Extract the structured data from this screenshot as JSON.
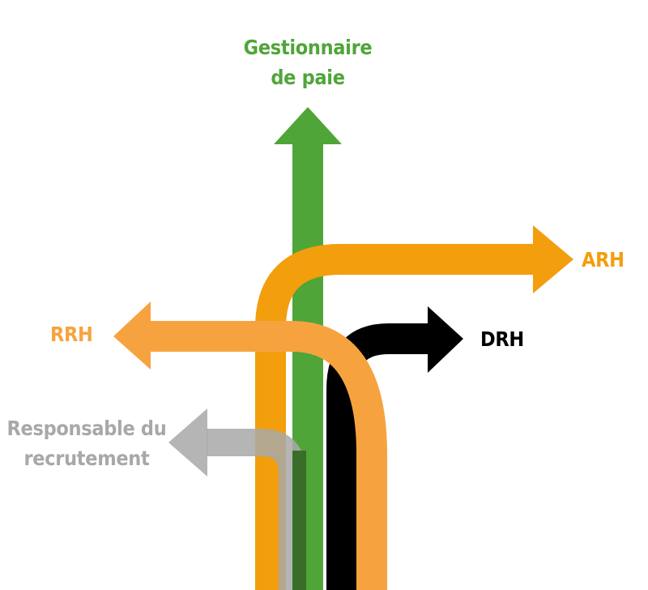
{
  "colors": {
    "payroll": "#4fa538",
    "arh": "#f29e0d",
    "rrh": "#f6a33f",
    "drh": "#000000",
    "recruitment": "#a8a8a8",
    "overlap": "#3a6e28"
  },
  "labels": {
    "payroll_line1": "Gestionnaire",
    "payroll_line2": "de paie",
    "arh": "ARH",
    "rrh": "RRH",
    "drh": "DRH",
    "recruitment_line1": "Responsable du",
    "recruitment_line2": "recrutement"
  },
  "arrows": [
    {
      "id": "payroll",
      "direction": "up"
    },
    {
      "id": "arh",
      "direction": "right"
    },
    {
      "id": "rrh",
      "direction": "left"
    },
    {
      "id": "drh",
      "direction": "right"
    },
    {
      "id": "recruitment",
      "direction": "left"
    }
  ]
}
